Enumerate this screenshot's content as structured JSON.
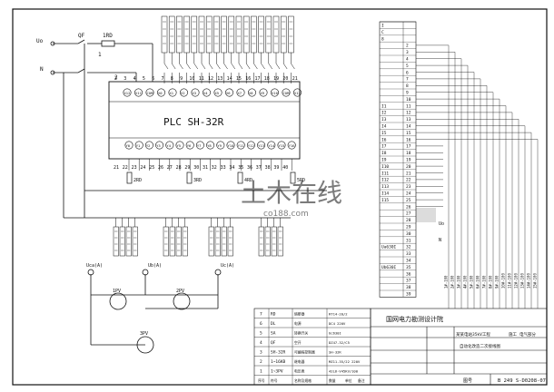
{
  "left_inputs": {
    "line_label": "Uo",
    "switch_label": "QF",
    "fuse_label": "1RD",
    "neutral_label": "N"
  },
  "terminal_numbers": {
    "top_left": "1",
    "top_right": "2"
  },
  "plc": {
    "title": "PLC  SH-32R",
    "top_terminals": [
      "X12",
      "X11",
      "COM",
      "X0",
      "X1",
      "X2",
      "X3",
      "X4",
      "X5",
      "X6",
      "X7",
      "X8",
      "X9",
      "X10",
      "COM",
      "X12"
    ],
    "top_numbers": [
      "2",
      "3",
      "4",
      "5",
      "6",
      "7",
      "8",
      "9",
      "10",
      "11",
      "12",
      "13",
      "14",
      "15",
      "16",
      "17",
      "18",
      "19",
      "20",
      "21"
    ],
    "bottom_terminals": [
      "Y0",
      "Y1",
      "Y2",
      "Y3",
      "Y4",
      "Y5",
      "Y6",
      "Y7",
      "Y8",
      "Y9",
      "Y10",
      "Y11",
      "Y12",
      "Y13",
      "Y14",
      "Y15",
      "Y16"
    ],
    "bottom_numbers": [
      "21",
      "22",
      "23",
      "24",
      "25",
      "26",
      "27",
      "28",
      "29",
      "30",
      "31",
      "32",
      "33",
      "34",
      "35",
      "36",
      "37",
      "38",
      "39",
      "40"
    ]
  },
  "fuses": [
    "2RD",
    "3RD",
    "4RD",
    "5RD"
  ],
  "voltmeters": {
    "supplies": [
      "Uca(A)",
      "Ub(A)",
      "Uc(A)"
    ],
    "meters": [
      "1PV",
      "2PV",
      "3PV"
    ]
  },
  "parts_table": {
    "rows": [
      {
        "no": "7",
        "code": "RD",
        "name": "熔断器",
        "spec": "RT14-20/2",
        "qty": "",
        "unit": "",
        "note": ""
      },
      {
        "no": "6",
        "code": "DL",
        "name": "电源",
        "spec": "DC4 220V",
        "qty": "",
        "unit": "",
        "note": ""
      },
      {
        "no": "5",
        "code": "SA",
        "name": "转换开关",
        "spec": "Uc630I",
        "qty": "",
        "unit": "",
        "note": ""
      },
      {
        "no": "4",
        "code": "QF",
        "name": "空开",
        "spec": "DZ47-32/C5",
        "qty": "",
        "unit": "",
        "note": ""
      },
      {
        "no": "3",
        "code": "SH-32R",
        "name": "可编程控制器",
        "spec": "SH-32R",
        "qty": "",
        "unit": "",
        "note": ""
      },
      {
        "no": "2",
        "code": "1~16KB",
        "name": "继电器",
        "spec": "MZ11-35/22 220V",
        "qty": "",
        "unit": "",
        "note": ""
      },
      {
        "no": "1",
        "code": "1~3PV",
        "name": "电压表",
        "spec": "42L6-V45KV/100",
        "qty": "",
        "unit": "",
        "note": ""
      }
    ],
    "header": [
      "序号",
      "符号",
      "名称及规格",
      "数量",
      "单位",
      "备注"
    ]
  },
  "title_block": {
    "institute": "国网电力勘测设计院",
    "project": "某某电站35kV工程",
    "sheet_name": "自动化改造二次接线图",
    "stage": "施工",
    "discipline": "电气部分",
    "drawing_no": "B 249 S-D0208-07",
    "label_drawing_no": "图号"
  },
  "terminal_strip": {
    "head": [
      "I",
      "C",
      "8"
    ],
    "rows": [
      {
        "left": "",
        "num": "2"
      },
      {
        "left": "",
        "num": "3"
      },
      {
        "left": "",
        "num": "4"
      },
      {
        "left": "",
        "num": "5"
      },
      {
        "left": "",
        "num": "6"
      },
      {
        "left": "",
        "num": "7"
      },
      {
        "left": "",
        "num": "8"
      },
      {
        "left": "",
        "num": "9"
      },
      {
        "left": "",
        "num": "10"
      },
      {
        "left": "I1",
        "num": "11"
      },
      {
        "left": "I2",
        "num": "12"
      },
      {
        "left": "I3",
        "num": "13"
      },
      {
        "left": "I4",
        "num": "14"
      },
      {
        "left": "I5",
        "num": "15"
      },
      {
        "left": "I6",
        "num": "16"
      },
      {
        "left": "I7",
        "num": "17"
      },
      {
        "left": "I8",
        "num": "18"
      },
      {
        "left": "I9",
        "num": "19"
      },
      {
        "left": "I10",
        "num": "20"
      },
      {
        "left": "I11",
        "num": "21"
      },
      {
        "left": "I12",
        "num": "22"
      },
      {
        "left": "I13",
        "num": "23"
      },
      {
        "left": "I14",
        "num": "24"
      },
      {
        "left": "I15",
        "num": "25"
      },
      {
        "left": "",
        "num": "26"
      },
      {
        "left": "",
        "num": "27"
      },
      {
        "left": "",
        "num": "28"
      },
      {
        "left": "",
        "num": "29"
      },
      {
        "left": "",
        "num": "30"
      },
      {
        "left": "",
        "num": "31"
      },
      {
        "left": "Ua630I",
        "num": "32"
      },
      {
        "left": "",
        "num": "33"
      },
      {
        "left": "",
        "num": "34"
      },
      {
        "left": "Ub630I",
        "num": "35"
      },
      {
        "left": "",
        "num": "36"
      },
      {
        "left": "",
        "num": "37"
      },
      {
        "left": "",
        "num": "38"
      },
      {
        "left": "",
        "num": "39"
      }
    ],
    "side_labels": [
      "Uo",
      "N"
    ],
    "vertical_labels": [
      "1#-100",
      "2#-100",
      "3#-100",
      "4#-100",
      "5#-100",
      "6#-100",
      "7#-100",
      "8#-100",
      "9#-100",
      "10#-100",
      "11#-100",
      "12#-100",
      "13#-100",
      "14#-100",
      "15#-100"
    ]
  },
  "watermark": {
    "text": "土木在线",
    "sub": "co188.com"
  }
}
